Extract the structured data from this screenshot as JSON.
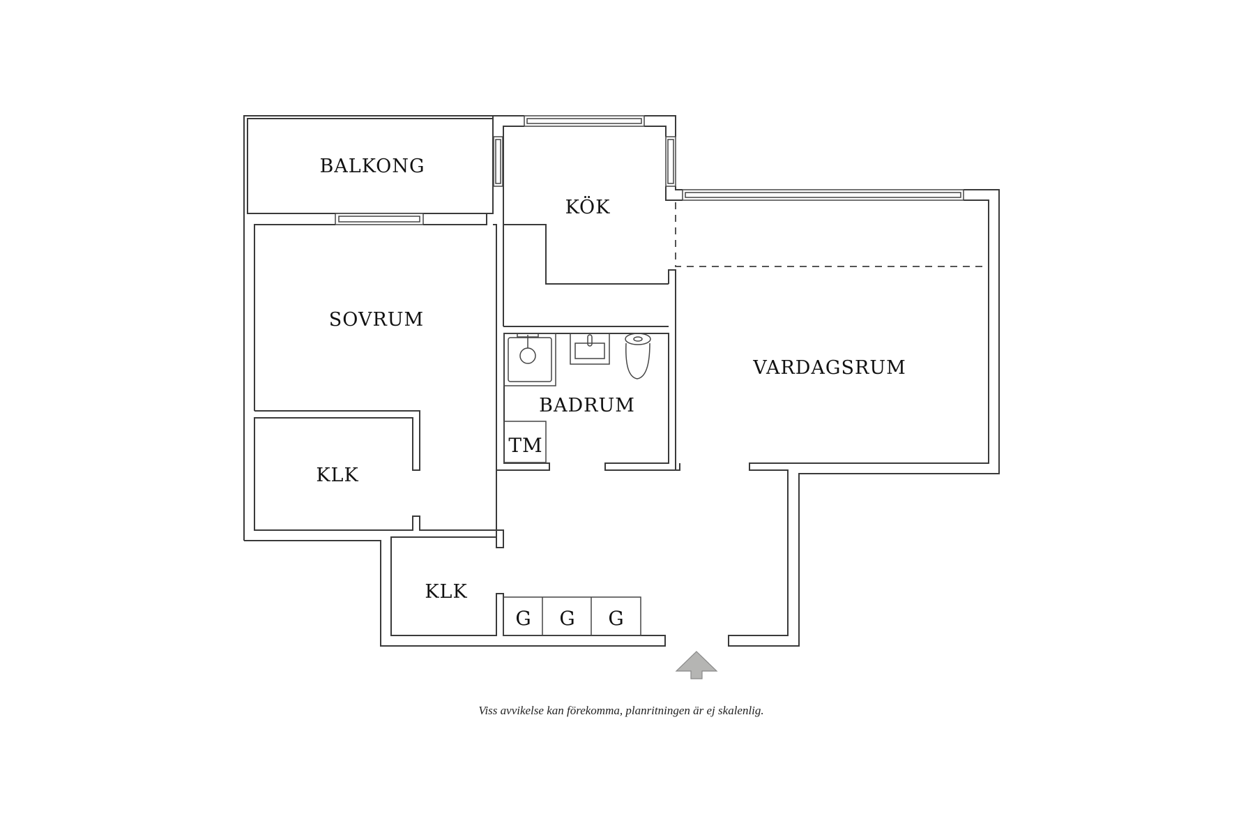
{
  "floorplan": {
    "rooms": {
      "balkong": "BALKONG",
      "kok": "KÖK",
      "sovrum": "SOVRUM",
      "badrum": "BADRUM",
      "vardagsrum": "VARDAGSRUM",
      "klk_upper": "KLK",
      "klk_lower": "KLK",
      "tm": "TM",
      "g1": "G",
      "g2": "G",
      "g3": "G"
    },
    "entrance_icon": "entrance-arrow-icon",
    "caption": "Viss avvikelse kan förekomma, planritningen är ej skalenlig.",
    "colors": {
      "walls": "#3a3a3a",
      "arrow": "#b5b5b3",
      "background": "#ffffff"
    }
  }
}
